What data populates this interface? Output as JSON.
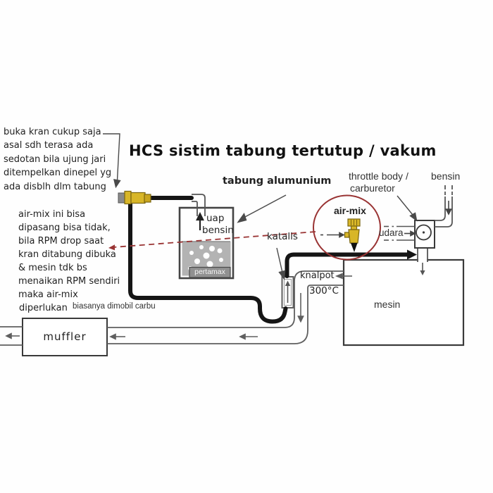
{
  "title": "HCS sistim tabung tertutup / vakum",
  "notes": {
    "kran_note": {
      "lines": [
        "buka kran cukup saja",
        "asal sdh terasa ada",
        "sedotan bila ujung jari",
        "ditempelkan dinepel yg",
        "ada disblh dlm tabung"
      ]
    },
    "airmix_note": {
      "lines": [
        "air-mix ini bisa",
        "dipasang bisa tidak,",
        "bila RPM drop saat",
        "kran ditabung dibuka",
        "& mesin tdk bs",
        "menaikan RPM sendiri",
        "maka air-mix",
        "diperlukan"
      ]
    },
    "carbu_note": "biasanya dimobil carbu"
  },
  "labels": {
    "tank": "tabung alumunium",
    "throttle_line1": "throttle body /",
    "throttle_line2": "carburetor",
    "fuel": "bensin",
    "air_mix": "air-mix",
    "air": "udara",
    "catalyst": "katalis",
    "exhaust": "knalpot",
    "exhaust_temp": "300°C",
    "engine": "mesin",
    "muffler": "muffler",
    "vapor_line1": "uap",
    "vapor_line2": "bensin",
    "fuel_brand": "pertamax"
  },
  "colors": {
    "line": "#4a4a4a",
    "pipe": "#5f5f5f",
    "hose": "#151515",
    "annotation_red": "#993333",
    "valve_yellow": "#d8b628",
    "liquid_gray": "#b3b3b3"
  }
}
